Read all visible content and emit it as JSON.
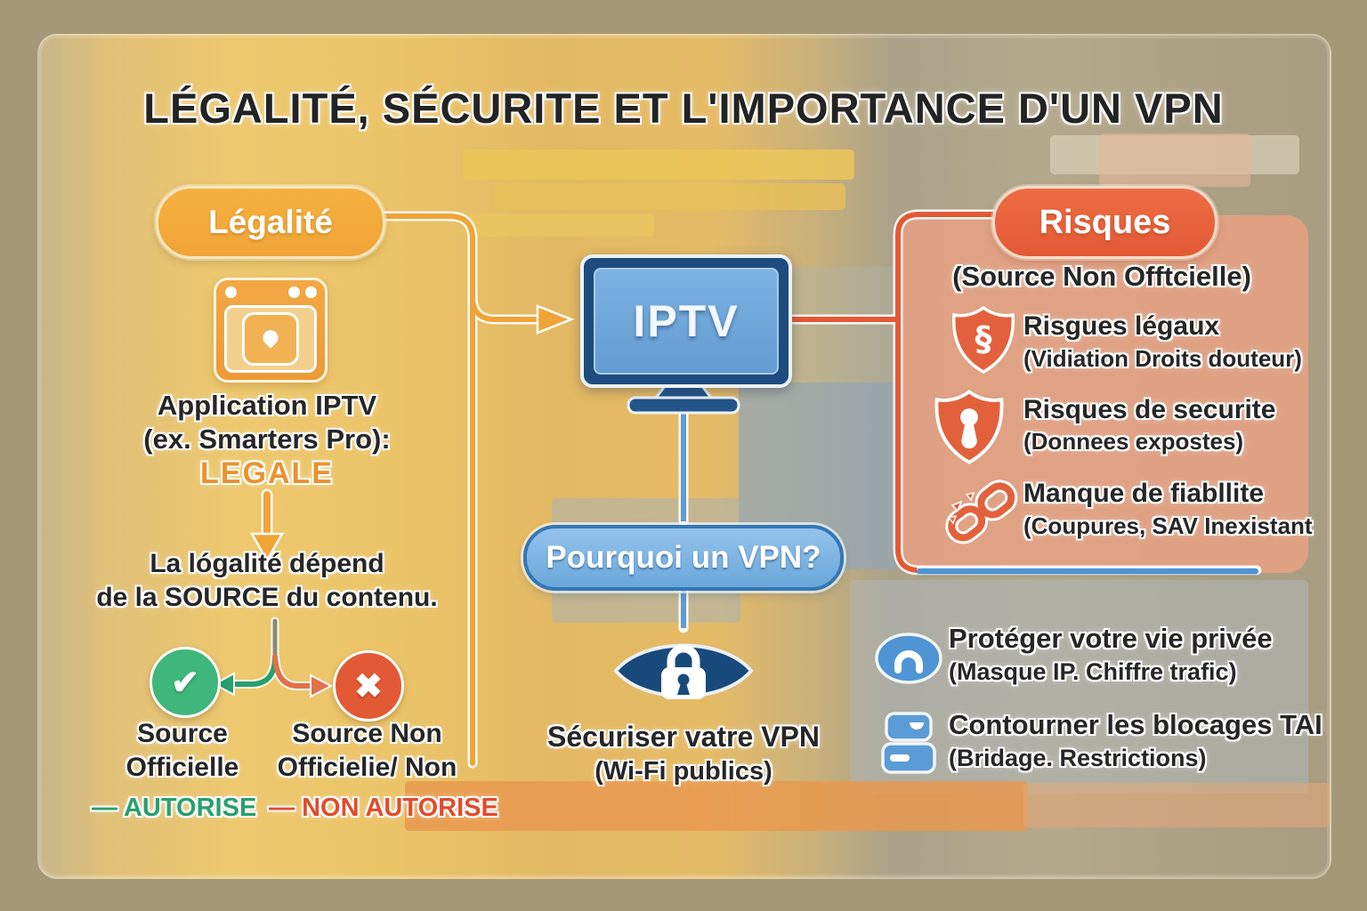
{
  "title": "LÉGALITÉ, SÉCURITE ET L'IMPORTANCE D'UN VPN",
  "legality": {
    "badge_label": "Légalité",
    "app_title": "Application IPTV",
    "app_subtitle": "(ex. Smarters Pro):",
    "app_status": "LEGALE",
    "depends_line1": "La lógalité dépend",
    "depends_line2": "de la SOURCE du contenu.",
    "source_official_line1": "Source",
    "source_official_line2": "Officielle",
    "source_official_verdict": "AUTORISE",
    "source_unofficial_line1": "Source Non",
    "source_unofficial_line2": "Officielie/ Non",
    "source_unofficial_verdict": "NON AUTORISE",
    "verdict_prefix": "—"
  },
  "center": {
    "device_label": "IPTV",
    "vpn_badge_label": "Pourquoi un VPN?",
    "secure_title": "Sécuriser vatre VPN",
    "secure_subtitle": "(Wi-Fi publics)"
  },
  "risks": {
    "badge_label": "Risques",
    "subtitle": "(Source Non Offtcielle)",
    "items": [
      {
        "title": "Risgues légaux",
        "subtitle": "(Vidiation Droits douteur)",
        "icon": "shield-section-icon"
      },
      {
        "title": "Risques de securite",
        "subtitle": "(Donnees expostes)",
        "icon": "shield-keyhole-icon"
      },
      {
        "title": "Manque de fiabllite",
        "subtitle": "(Coupures, SAV Inexistant",
        "icon": "broken-chain-icon"
      }
    ]
  },
  "vpn_benefits": {
    "items": [
      {
        "title": "Protéger votre vie privée",
        "subtitle": "(Masque IP. Chiffre trafic)",
        "icon": "privacy-eye-icon"
      },
      {
        "title": "Contourner les blocages TAI",
        "subtitle": "(Bridage. Restrictions)",
        "icon": "server-blocks-icon"
      }
    ]
  },
  "icons": {
    "check": "✔",
    "cross": "✖",
    "section_sign": "§"
  },
  "colors": {
    "accent_orange": "#f0a437",
    "accent_red": "#e25a35",
    "navy": "#1c4d7e",
    "accent_blue": "#4f94d4",
    "light_blue": "#7db3e2",
    "green": "#3fb67b",
    "legale_orange": "#e8922e",
    "autorise_green": "#27a06c",
    "non_autorise_red": "#e14c2c",
    "ink": "#262626"
  }
}
